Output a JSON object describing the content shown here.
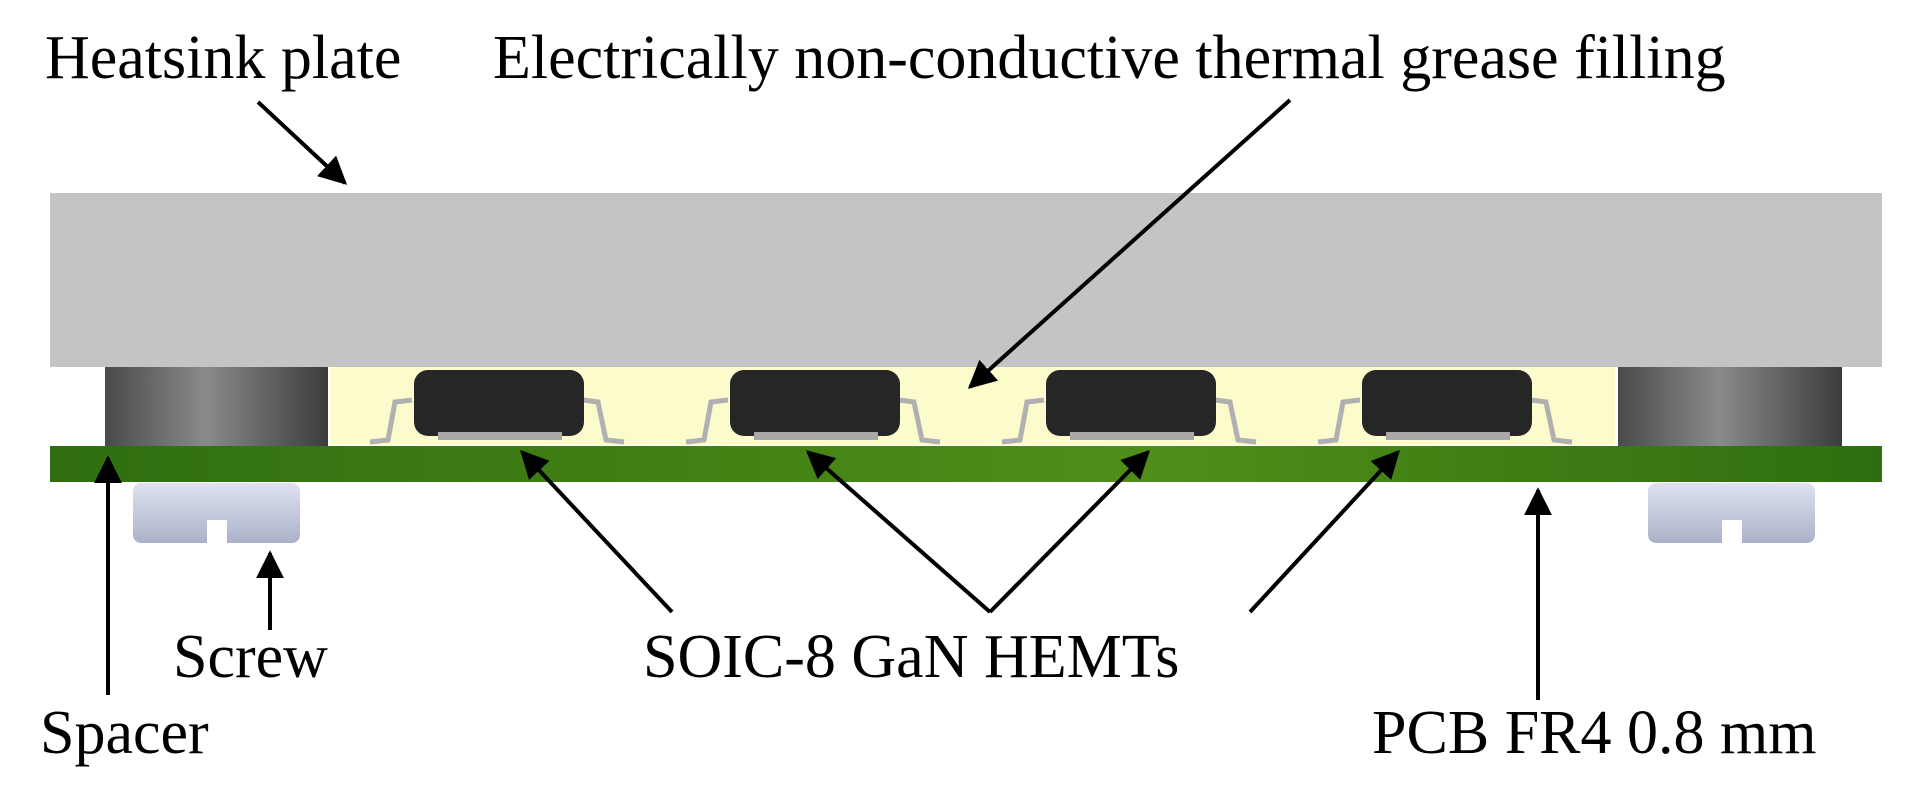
{
  "labels": {
    "heatsink": "Heatsink plate",
    "grease": "Electrically non-conductive thermal grease filling",
    "screw": "Screw",
    "spacer": "Spacer",
    "hemts": "SOIC-8 GaN HEMTs",
    "pcb": "PCB FR4 0.8 mm"
  },
  "colors": {
    "heatsink": "#c4c4c4",
    "grease": "#fbfbcb",
    "pcb": "#3f7e12",
    "chip": "#262626",
    "spacer": "#6a6a6a",
    "screw": "#c5cbe0",
    "lead": "#b0b0b0",
    "arrow": "#000000"
  },
  "component_counts": {
    "chips": 4,
    "spacers": 2,
    "screws": 2
  }
}
